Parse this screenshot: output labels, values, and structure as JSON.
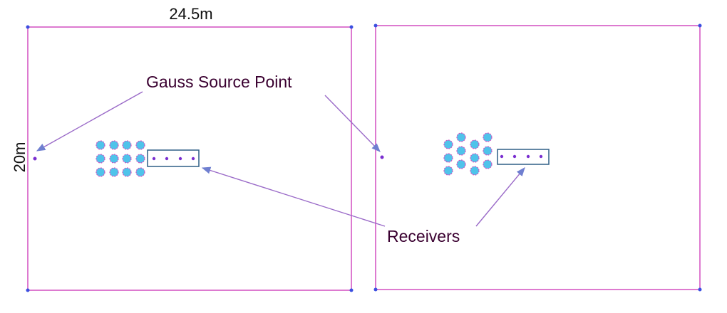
{
  "labels": {
    "width": "24.5m",
    "height": "20m",
    "source": "Gauss Source Point",
    "receivers": "Receivers"
  },
  "colors": {
    "boundary": "#d24fc0",
    "corner": "#3b4fe0",
    "scatterer_fill": "#4fc3ea",
    "scatterer_outline": "#d24fc0",
    "receiver_box": "#2f5f86",
    "receiver_dot": "#7a2fd0",
    "arrow": "#9a6ac8",
    "text": "#3a0030"
  },
  "panels": [
    {
      "id": "left",
      "layout": "rectangular",
      "scatterer_rows": 3,
      "scatterer_cols": 4,
      "receiver_count": 4
    },
    {
      "id": "right",
      "layout": "staggered",
      "scatterer_count": 12,
      "receiver_count": 4
    }
  ]
}
